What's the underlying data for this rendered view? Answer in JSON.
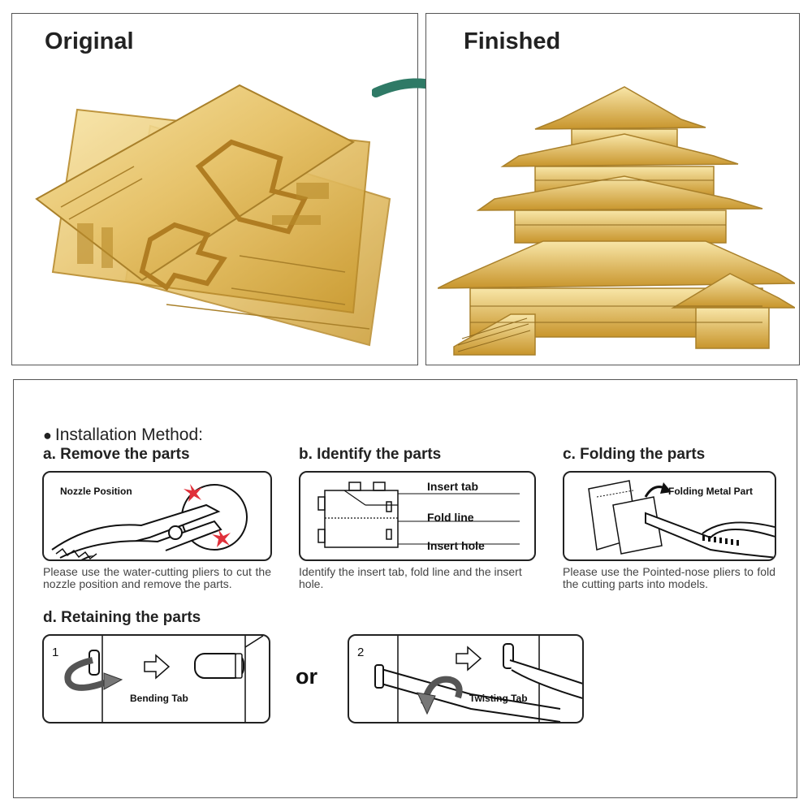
{
  "panels": {
    "original": {
      "title": "Original"
    },
    "finished": {
      "title": "Finished"
    }
  },
  "colors": {
    "gold_light": "#f3d98a",
    "gold": "#d9b04a",
    "gold_dark": "#a9802a",
    "arrow": "#2f7a66"
  },
  "installation": {
    "heading": "Installation Method:",
    "step_a": {
      "title": "a. Remove the parts",
      "label": "Nozzle Position",
      "desc": "Please use the water-cutting pliers to cut the nozzle position and remove the parts."
    },
    "step_b": {
      "title": "b. Identify the parts",
      "label_insert_tab": "Insert tab",
      "label_fold_line": "Fold line",
      "label_insert_hole": "Insert hole",
      "desc": "Identify the insert tab, fold line and the insert hole."
    },
    "step_c": {
      "title": "c. Folding the parts",
      "label": "Folding Metal Part",
      "desc": "Please use the Pointed-nose pliers to fold the cutting parts into models."
    },
    "step_d": {
      "title": "d. Retaining the parts",
      "option1_num": "1",
      "option1_label": "Bending Tab",
      "or": "or",
      "option2_num": "2",
      "option2_label": "Twisting Tab"
    }
  }
}
